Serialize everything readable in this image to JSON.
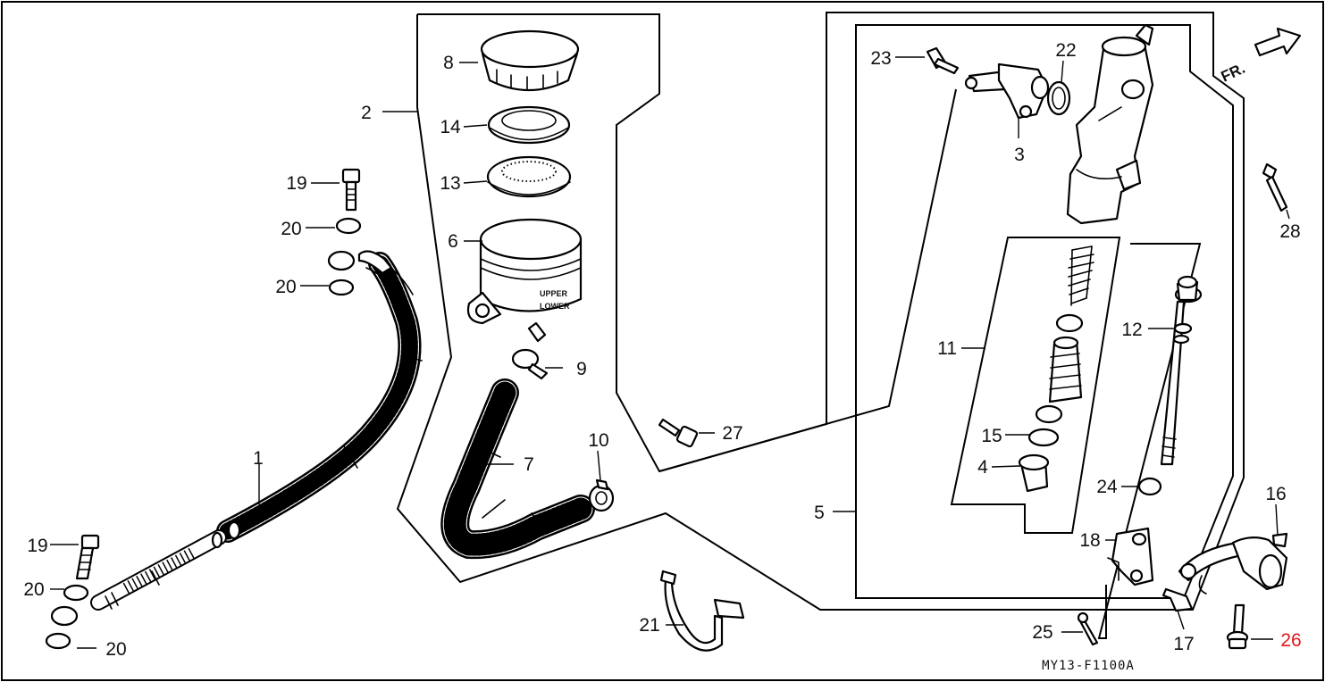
{
  "diagram": {
    "code": "MY13-F1100A",
    "direction_marker": "FR.",
    "reservoir_text": {
      "upper": "UPPER",
      "lower": "LOWER"
    },
    "highlight_color": "#e8161b",
    "ink_color": "#000000",
    "parts": [
      {
        "num": "1"
      },
      {
        "num": "2"
      },
      {
        "num": "3"
      },
      {
        "num": "4"
      },
      {
        "num": "5"
      },
      {
        "num": "6"
      },
      {
        "num": "7"
      },
      {
        "num": "8"
      },
      {
        "num": "9"
      },
      {
        "num": "10"
      },
      {
        "num": "11"
      },
      {
        "num": "12"
      },
      {
        "num": "13"
      },
      {
        "num": "14"
      },
      {
        "num": "15"
      },
      {
        "num": "16"
      },
      {
        "num": "17"
      },
      {
        "num": "18"
      },
      {
        "num": "19"
      },
      {
        "num": "19"
      },
      {
        "num": "20"
      },
      {
        "num": "20"
      },
      {
        "num": "20"
      },
      {
        "num": "20"
      },
      {
        "num": "21"
      },
      {
        "num": "22"
      },
      {
        "num": "23"
      },
      {
        "num": "24"
      },
      {
        "num": "25"
      },
      {
        "num": "26",
        "highlighted": true
      },
      {
        "num": "27"
      },
      {
        "num": "28"
      }
    ]
  }
}
